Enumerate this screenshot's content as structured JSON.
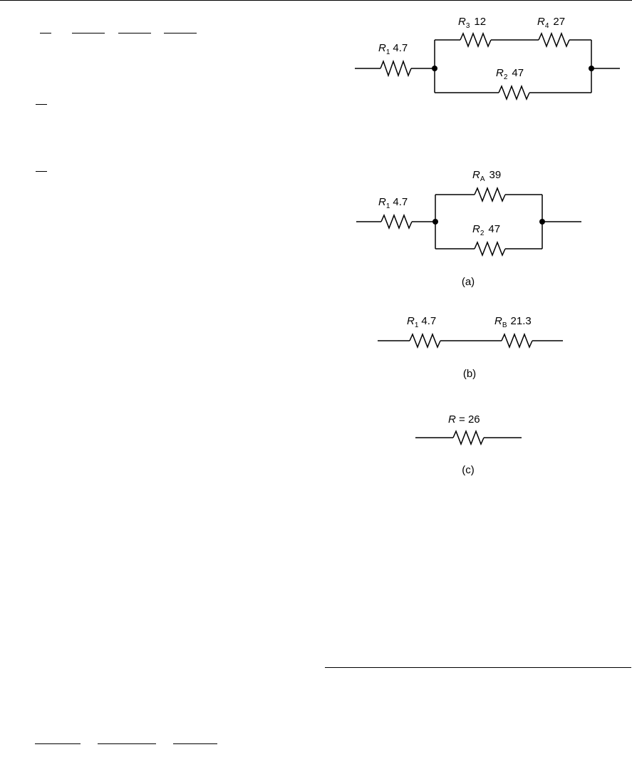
{
  "diagram_top": {
    "r1": {
      "sym": "R",
      "sub": "1",
      "val": "4.7"
    },
    "r3": {
      "sym": "R",
      "sub": "3",
      "val": "12"
    },
    "r4": {
      "sym": "R",
      "sub": "4",
      "val": "27"
    },
    "r2": {
      "sym": "R",
      "sub": "2",
      "val": "47"
    }
  },
  "diagram_a": {
    "r1": {
      "sym": "R",
      "sub": "1",
      "val": "4.7"
    },
    "ra": {
      "sym": "R",
      "sub": "A",
      "val": "39"
    },
    "r2": {
      "sym": "R",
      "sub": "2",
      "val": "47"
    },
    "caption": "(a)"
  },
  "diagram_b": {
    "r1": {
      "sym": "R",
      "sub": "1",
      "val": "4.7"
    },
    "rb": {
      "sym": "R",
      "sub": "B",
      "val": "21.3"
    },
    "caption": "(b)"
  },
  "diagram_c": {
    "r": {
      "sym": "R",
      "rest": " = 26"
    },
    "caption": "(c)"
  },
  "colors": {
    "ink": "#000000",
    "background": "#ffffff"
  }
}
